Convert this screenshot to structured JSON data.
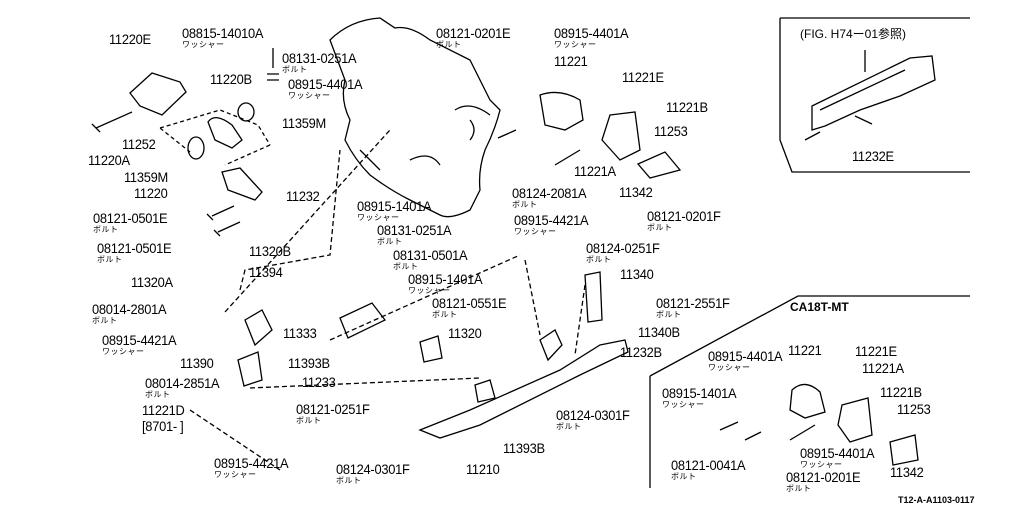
{
  "diagram": {
    "ref_code": "T12-A-A1103-0117",
    "inset_reference": "(FIG. H74ー01参照)",
    "variant_title": "CA18T-MT",
    "parts": [
      {
        "id": "p1",
        "number": "11220E"
      },
      {
        "id": "p2",
        "number": "08815-14010A",
        "name": "ワッシャー"
      },
      {
        "id": "p3",
        "number": "08131-0251A",
        "name": "ボルト"
      },
      {
        "id": "p4",
        "number": "11220B"
      },
      {
        "id": "p5",
        "number": "08915-4401A",
        "name": "ワッシャー"
      },
      {
        "id": "p6",
        "number": "11359M"
      },
      {
        "id": "p7",
        "number": "11252"
      },
      {
        "id": "p8",
        "number": "11220A"
      },
      {
        "id": "p9",
        "number": "11359M"
      },
      {
        "id": "p10",
        "number": "11220"
      },
      {
        "id": "p11",
        "number": "11232"
      },
      {
        "id": "p12",
        "number": "08121-0501E",
        "name": "ボルト"
      },
      {
        "id": "p13",
        "number": "08121-0501E",
        "name": "ボルト"
      },
      {
        "id": "p14",
        "number": "08121-0201E",
        "name": "ボルト"
      },
      {
        "id": "p15",
        "number": "08915-4401A",
        "name": "ワッシャー"
      },
      {
        "id": "p16",
        "number": "11221"
      },
      {
        "id": "p17",
        "number": "11221E"
      },
      {
        "id": "p18",
        "number": "11221B"
      },
      {
        "id": "p19",
        "number": "11253"
      },
      {
        "id": "p20",
        "number": "11221A"
      },
      {
        "id": "p21",
        "number": "11342"
      },
      {
        "id": "p22",
        "number": "08121-0201F",
        "name": "ボルト"
      },
      {
        "id": "p23",
        "number": "08124-2081A",
        "name": "ボルト"
      },
      {
        "id": "p24",
        "number": "08915-4421A",
        "name": "ワッシャー"
      },
      {
        "id": "p25",
        "number": "08124-0251F",
        "name": "ボルト"
      },
      {
        "id": "p26",
        "number": "08915-1401A",
        "name": "ワッシャー"
      },
      {
        "id": "p27",
        "number": "08131-0251A",
        "name": "ボルト"
      },
      {
        "id": "p28",
        "number": "08131-0501A",
        "name": "ボルト"
      },
      {
        "id": "p29",
        "number": "08915-1401A",
        "name": "ワッシャー"
      },
      {
        "id": "p30",
        "number": "08121-0551E",
        "name": "ボルト"
      },
      {
        "id": "p31",
        "number": "11320B"
      },
      {
        "id": "p32",
        "number": "11394"
      },
      {
        "id": "p33",
        "number": "11320A"
      },
      {
        "id": "p34",
        "number": "08014-2801A",
        "name": "ボルト"
      },
      {
        "id": "p35",
        "number": "08915-4421A",
        "name": "ワッシャー"
      },
      {
        "id": "p36",
        "number": "11333"
      },
      {
        "id": "p37",
        "number": "11320"
      },
      {
        "id": "p38",
        "number": "11390"
      },
      {
        "id": "p39",
        "number": "11393B"
      },
      {
        "id": "p40",
        "number": "08014-2851A",
        "name": "ボルト"
      },
      {
        "id": "p41",
        "number": "11221D",
        "note": "[8701-        ]"
      },
      {
        "id": "p42",
        "number": "11233"
      },
      {
        "id": "p43",
        "number": "08121-0251F",
        "name": "ボルト"
      },
      {
        "id": "p44",
        "number": "08915-4421A",
        "name": "ワッシャー"
      },
      {
        "id": "p45",
        "number": "08124-0301F",
        "name": "ボルト"
      },
      {
        "id": "p46",
        "number": "11210"
      },
      {
        "id": "p47",
        "number": "11393B"
      },
      {
        "id": "p48",
        "number": "08124-0301F",
        "name": "ボルト"
      },
      {
        "id": "p49",
        "number": "11340"
      },
      {
        "id": "p50",
        "number": "08121-2551F",
        "name": "ボルト"
      },
      {
        "id": "p51",
        "number": "11340B"
      },
      {
        "id": "p52",
        "number": "11232B"
      },
      {
        "id": "p53",
        "number": "11232E"
      },
      {
        "id": "p54",
        "number": "11221"
      },
      {
        "id": "p55",
        "number": "08915-4401A",
        "name": "ワッシャー"
      },
      {
        "id": "p56",
        "number": "11221E"
      },
      {
        "id": "p57",
        "number": "11221A"
      },
      {
        "id": "p58",
        "number": "08915-1401A",
        "name": "ワッシャー"
      },
      {
        "id": "p59",
        "number": "11221B"
      },
      {
        "id": "p60",
        "number": "11253"
      },
      {
        "id": "p61",
        "number": "08121-0041A",
        "name": "ボルト"
      },
      {
        "id": "p62",
        "number": "08915-4401A",
        "name": "ワッシャー"
      },
      {
        "id": "p63",
        "number": "08121-0201E",
        "name": "ボルト"
      },
      {
        "id": "p64",
        "number": "11342"
      }
    ]
  }
}
